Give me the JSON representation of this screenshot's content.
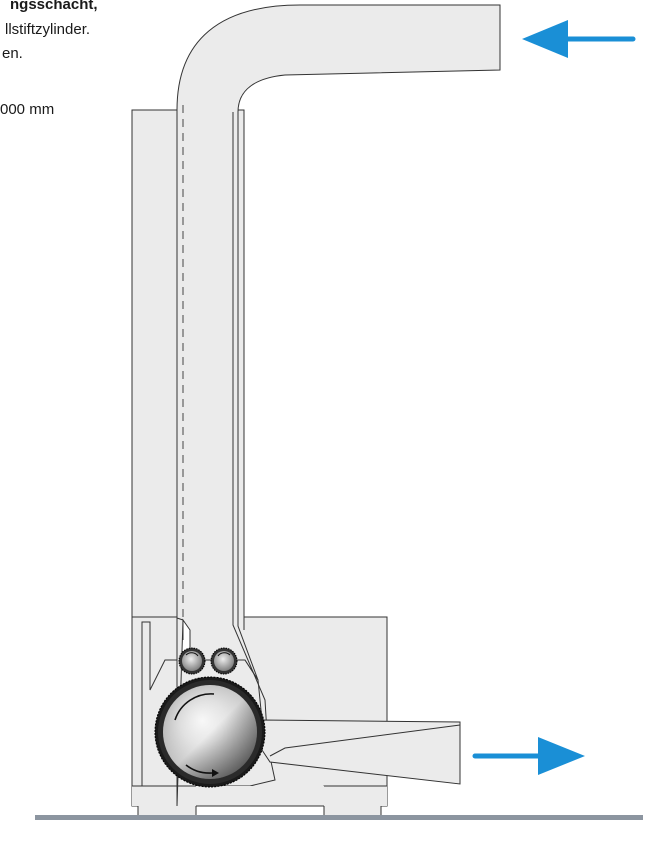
{
  "caption": {
    "line1_bold": "ngsschacht",
    "line1_rest": ",",
    "line2": "llstiftzylinder.",
    "line3": "en.",
    "dimension": "000 mm"
  },
  "colors": {
    "machine_fill": "#ebebeb",
    "outline": "#333333",
    "arrow": "#1a8fd6",
    "floor": "#8c95a0"
  },
  "icons": {
    "inlet_arrow": "arrow-left-icon",
    "outlet_arrow": "arrow-right-icon",
    "rotation": "rotation-arrow-icon"
  }
}
